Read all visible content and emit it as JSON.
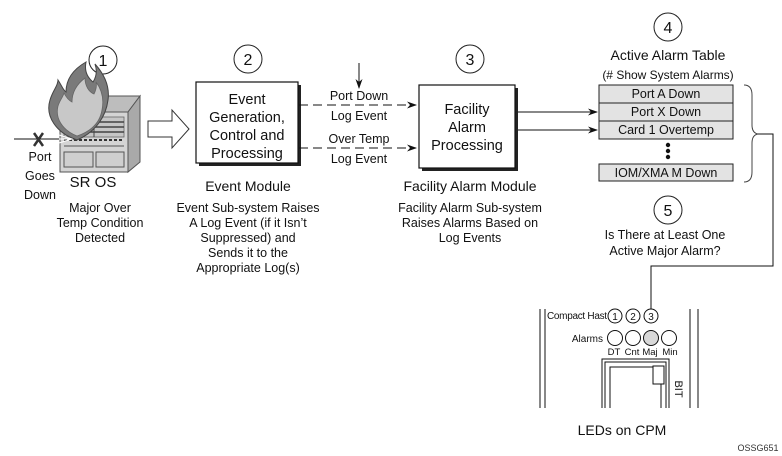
{
  "steps": {
    "s1": {
      "number": "1",
      "title": "SR OS",
      "desc": [
        "Major Over",
        "Temp Condition",
        "Detected"
      ],
      "port_label": [
        "Port",
        "Goes",
        "Down"
      ]
    },
    "s2": {
      "number": "2",
      "box": [
        "Event",
        "Generation,",
        "Control and",
        "Processing"
      ],
      "title": "Event Module",
      "desc": [
        "Event Sub-system Raises",
        "A Log Event (if it Isn’t",
        "Suppressed) and",
        "Sends it to the",
        "Appropriate Log(s)"
      ]
    },
    "s3": {
      "number": "3",
      "box": [
        "Facility",
        "Alarm",
        "Processing"
      ],
      "title": "Facility Alarm Module",
      "desc": [
        "Facility Alarm Sub-system",
        "Raises Alarms Based on",
        "Log Events"
      ]
    },
    "s4": {
      "number": "4",
      "title": "Active Alarm Table",
      "subtitle": "(# Show System Alarms)",
      "rows": [
        "Port A Down",
        "Port X Down",
        "Card 1 Overtemp"
      ],
      "last_row": "IOM/XMA M Down"
    },
    "s5": {
      "number": "5",
      "desc": [
        "Is There at Least One",
        "Active Major Alarm?"
      ]
    }
  },
  "events": {
    "e1": {
      "top": "Port Down",
      "bottom": "Log Event"
    },
    "e2": {
      "top": "Over Temp",
      "bottom": "Log Event"
    }
  },
  "cpm": {
    "compact_label": "Compact Hast",
    "slots": [
      "1",
      "2",
      "3"
    ],
    "alarms_label": "Alarms",
    "leds": [
      "DT",
      "Cnt",
      "Maj",
      "Min"
    ],
    "active_led": "Maj",
    "bit_label": "BIT",
    "caption": "LEDs on CPM"
  },
  "figure_id": "OSSG651",
  "colors": {
    "table_fill": "#e3e3e3",
    "chassis_fill": "#d4d4d4",
    "flame_outer": "#7a7a7a",
    "flame_inner": "#c8c8c8",
    "led_active": "#d8d8d8"
  }
}
